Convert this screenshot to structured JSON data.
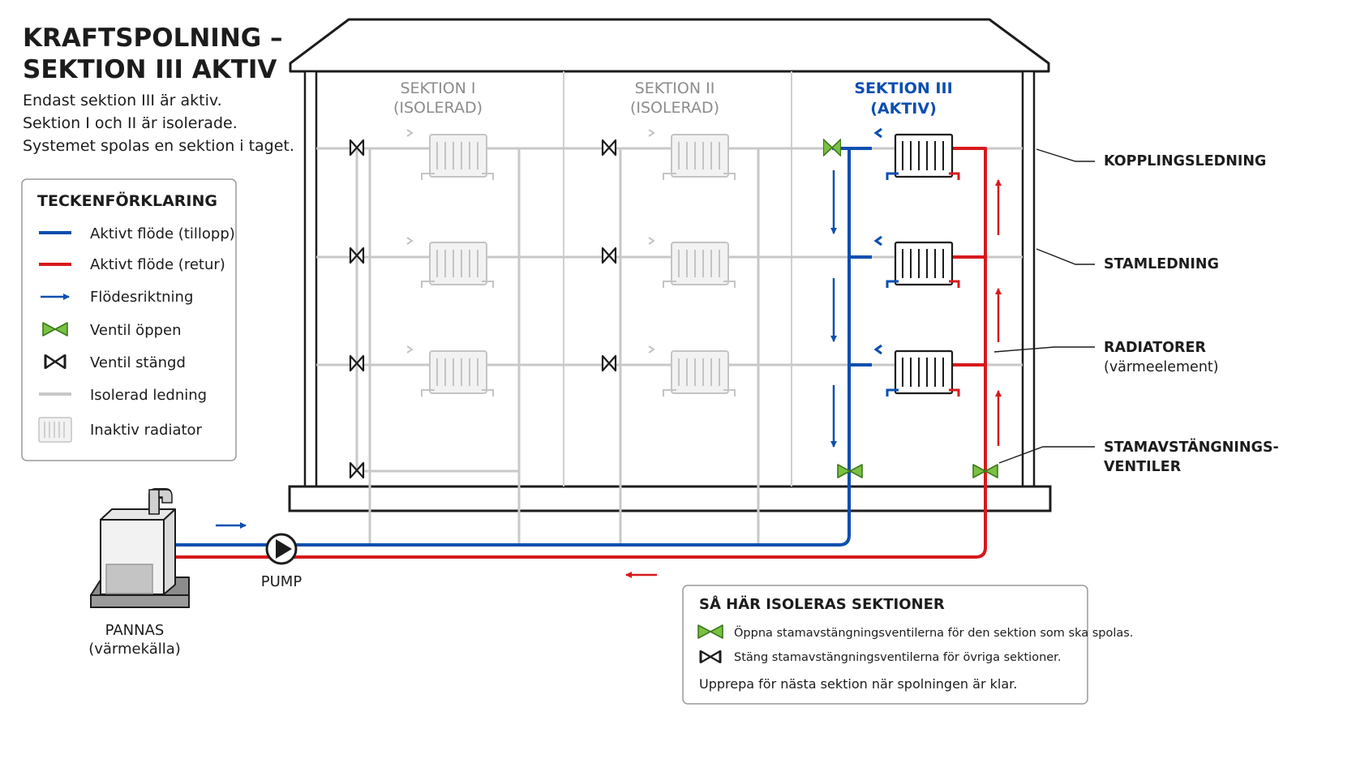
{
  "title": {
    "line1": "KRAFTSPOLNING –",
    "line2": "SEKTION III AKTIV"
  },
  "intro": [
    "Endast sektion III är aktiv.",
    "Sektion I och II är isolerade.",
    "Systemet spolas en sektion i taget."
  ],
  "legend": {
    "heading": "TECKENFÖRKLARING",
    "items": [
      {
        "label": "Aktivt flöde (tillopp)",
        "icon": "blue-line"
      },
      {
        "label": "Aktivt flöde (retur)",
        "icon": "red-line"
      },
      {
        "label": "Flödesriktning",
        "icon": "arrow-icon"
      },
      {
        "label": "Ventil öppen",
        "icon": "valve-open-icon"
      },
      {
        "label": "Ventil stängd",
        "icon": "valve-closed-icon"
      },
      {
        "label": "Isolerad ledning",
        "icon": "grey-line"
      },
      {
        "label": "Inaktiv radiator",
        "icon": "inactive-radiator-icon"
      }
    ]
  },
  "sections": [
    {
      "name": "SEKTION I",
      "state": "(ISOLERAD)"
    },
    {
      "name": "SEKTION II",
      "state": "(ISOLERAD)"
    },
    {
      "name": "SEKTION III",
      "state": "(AKTIV)"
    }
  ],
  "callouts": {
    "kopplingsledning": "KOPPLINGSLEDNING",
    "stamledning": "STAMLEDNING",
    "radiatorer": "RADIATORER",
    "radiatorer_sub": "(värmeelement)",
    "stamventiler_line1": "STAMAVSTÄNGNINGS-",
    "stamventiler_line2": "VENTILER"
  },
  "boiler": {
    "label": "PANNAS",
    "sub": "(värmekälla)"
  },
  "pump": {
    "label": "PUMP"
  },
  "info": {
    "heading": "SÅ HÄR ISOLERAS SEKTIONER",
    "open_text": "Öppna stamavstängningsventilerna för den sektion som ska spolas.",
    "close_text": "Stäng stamavstängningsventilerna för övriga sektioner.",
    "repeat_text": "Upprepa för nästa sektion när spolningen är klar."
  },
  "colors": {
    "supply": "#0b4fb0",
    "return": "#d7191c",
    "valve_open": "#7ac143",
    "isolated": "#c8c8c8",
    "ink": "#1c1c1c"
  }
}
